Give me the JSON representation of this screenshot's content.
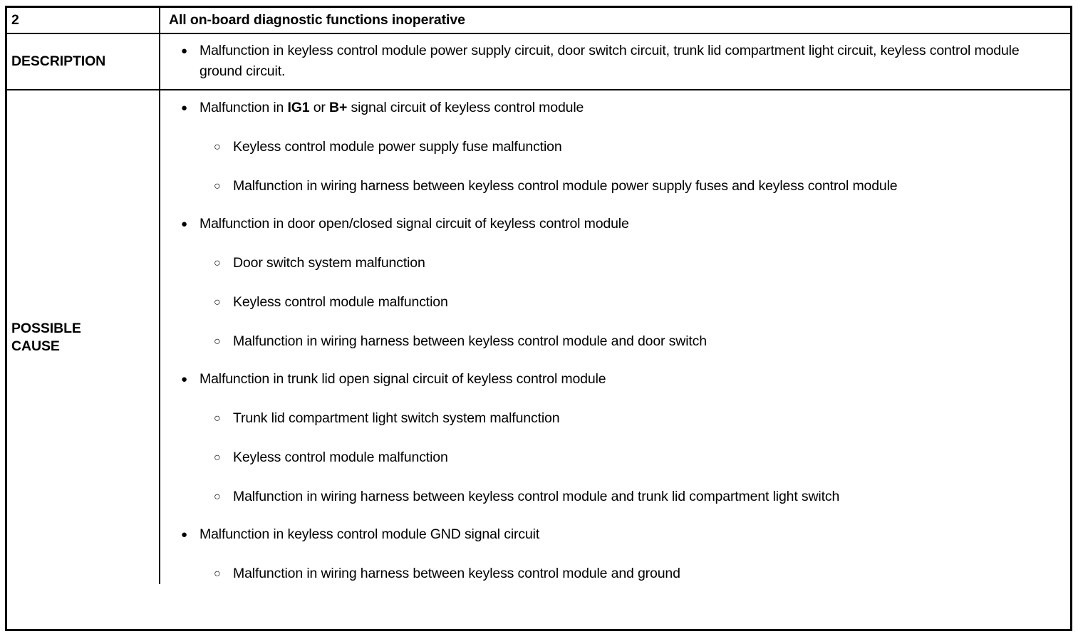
{
  "table": {
    "header": {
      "number": "2",
      "title": "All on-board diagnostic functions inoperative"
    },
    "rows": [
      {
        "label": "DESCRIPTION",
        "bullets": [
          {
            "marker": "filled-bullet",
            "text": "Malfunction in keyless control module power supply circuit, door switch circuit, trunk lid compartment light circuit, keyless control module ground circuit.",
            "sub": []
          }
        ]
      },
      {
        "label": "POSSIBLE CAUSE",
        "label_line1": "POSSIBLE",
        "label_line2": "CAUSE",
        "bullets": [
          {
            "marker": "filled-bullet",
            "text_pre": "Malfunction in ",
            "text_bold1": "IG1",
            "text_mid": " or ",
            "text_bold2": "B+",
            "text_post": " signal circuit of keyless control module",
            "sub_marker": "hollow-bullet",
            "sub": [
              "Keyless control module power supply fuse malfunction",
              "Malfunction in wiring harness between keyless control module power supply fuses and keyless control module"
            ]
          },
          {
            "marker": "filled-bullet",
            "text": "Malfunction in door open/closed signal circuit of keyless control module",
            "sub_marker": "hollow-bullet",
            "sub": [
              "Door switch system malfunction",
              "Keyless control module malfunction",
              "Malfunction in wiring harness between keyless control module and door switch"
            ]
          },
          {
            "marker": "filled-bullet",
            "text": "Malfunction in trunk lid open signal circuit of keyless control module",
            "sub_marker": "hollow-bullet",
            "sub": [
              "Trunk lid compartment light switch system malfunction",
              "Keyless control module malfunction",
              "Malfunction in wiring harness between keyless control module and trunk lid compartment light switch"
            ]
          },
          {
            "marker": "filled-bullet",
            "text": "Malfunction in keyless control module GND signal circuit",
            "sub_marker": "hollow-bullet",
            "sub": [
              "Malfunction in wiring harness between keyless control module and ground"
            ]
          }
        ]
      }
    ],
    "markers": {
      "filled": "●",
      "hollow": "○"
    },
    "colors": {
      "border": "#000000",
      "text": "#000000",
      "background": "#ffffff"
    }
  }
}
